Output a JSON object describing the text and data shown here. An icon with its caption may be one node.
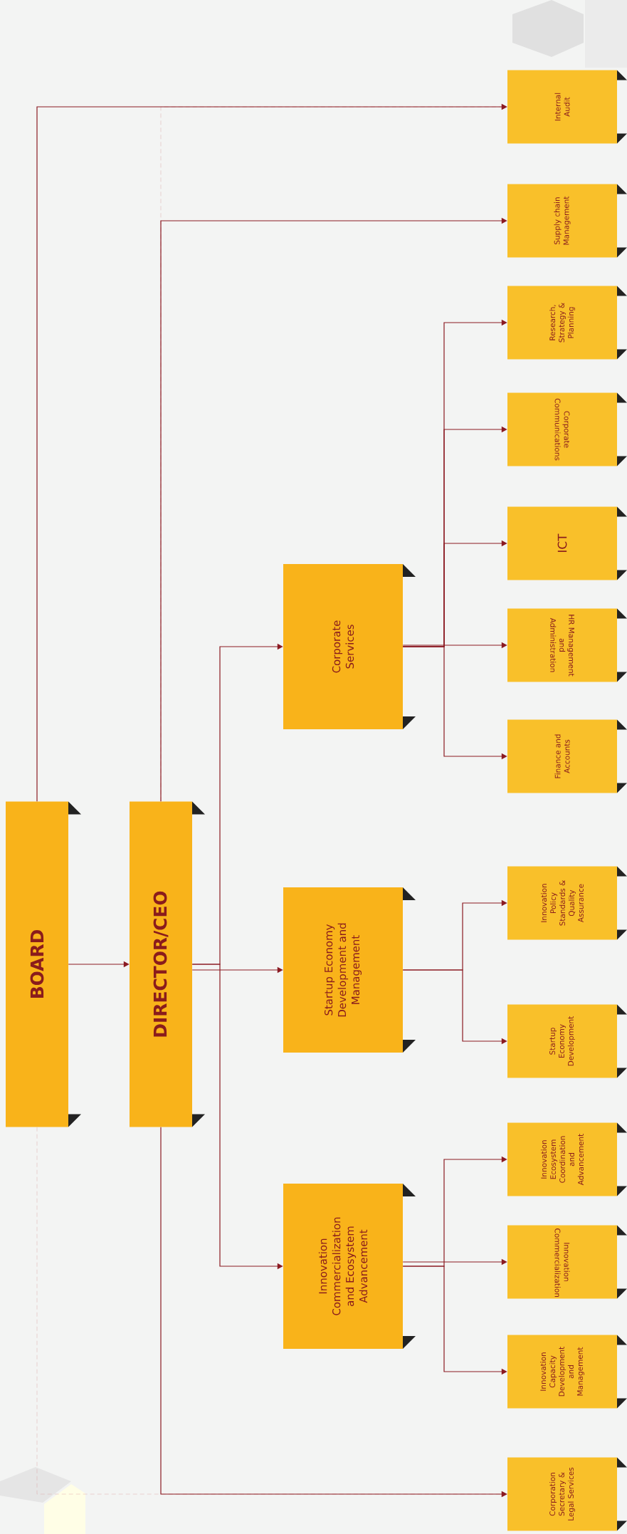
{
  "diagram": {
    "nodes": [
      {
        "text": [
          "BOARD"
        ]
      },
      {
        "text": [
          "DIRECTOR/CEO"
        ]
      },
      {
        "text": [
          "Internal Audit"
        ]
      },
      {
        "text": [
          "Supply chain Management"
        ]
      },
      {
        "text": [
          "Corporate Services"
        ]
      },
      {
        "text": [
          "Research, Strategy & Planning"
        ]
      },
      {
        "text": [
          "Corporate Communications"
        ]
      },
      {
        "text": [
          "ICT"
        ]
      },
      {
        "text": [
          "HR Management and Administration"
        ]
      },
      {
        "text": [
          "Finance and Accounts"
        ]
      },
      {
        "text": [
          "Startup Economy Development and Management"
        ]
      },
      {
        "text": [
          "Innovation Policy Standards & Quality Assurance"
        ]
      },
      {
        "text": [
          "Startup Economy Development"
        ]
      },
      {
        "text": [
          "Innovation Commercialization and Ecosystem Advancement"
        ]
      },
      {
        "text": [
          "Innovation Ecosystem Coordination and Advancement"
        ]
      },
      {
        "text": [
          "Innovation Commercialization"
        ]
      },
      {
        "text": [
          "Innovation Capacity Development and Management"
        ]
      },
      {
        "text": [
          "Corporation Secretary & Legal Services"
        ]
      }
    ],
    "edges": [
      {
        "from": 0,
        "to": 1,
        "arrow": "to"
      },
      {
        "from": 0,
        "to": 2,
        "arrow": "to"
      },
      {
        "from": 1,
        "to": 2,
        "arrow": "to",
        "style": "dashed",
        "color": "#d9999b"
      },
      {
        "from": 1,
        "to": 3,
        "arrow": "to"
      },
      {
        "from": 1,
        "to": 4,
        "arrow": "to"
      },
      {
        "from": 1,
        "to": 10,
        "arrow": "to"
      },
      {
        "from": 1,
        "to": 13,
        "arrow": "to"
      },
      {
        "from": 0,
        "to": 17,
        "arrow": "to",
        "style": "dashed",
        "color": "#d9999b"
      },
      {
        "from": 1,
        "to": 17,
        "arrow": "to"
      },
      {
        "from": 4,
        "to": 5,
        "arrow": "to"
      },
      {
        "from": 4,
        "to": 6,
        "arrow": "to"
      },
      {
        "from": 4,
        "to": 7,
        "arrow": "to"
      },
      {
        "from": 4,
        "to": 8,
        "arrow": "to"
      },
      {
        "from": 4,
        "to": 9,
        "arrow": "to"
      },
      {
        "from": 10,
        "to": 11,
        "arrow": "to"
      },
      {
        "from": 10,
        "to": 12,
        "arrow": "to"
      },
      {
        "from": 13,
        "to": 14,
        "arrow": "to"
      },
      {
        "from": 13,
        "to": 15,
        "arrow": "to"
      },
      {
        "from": 13,
        "to": 16,
        "arrow": "to"
      }
    ]
  }
}
